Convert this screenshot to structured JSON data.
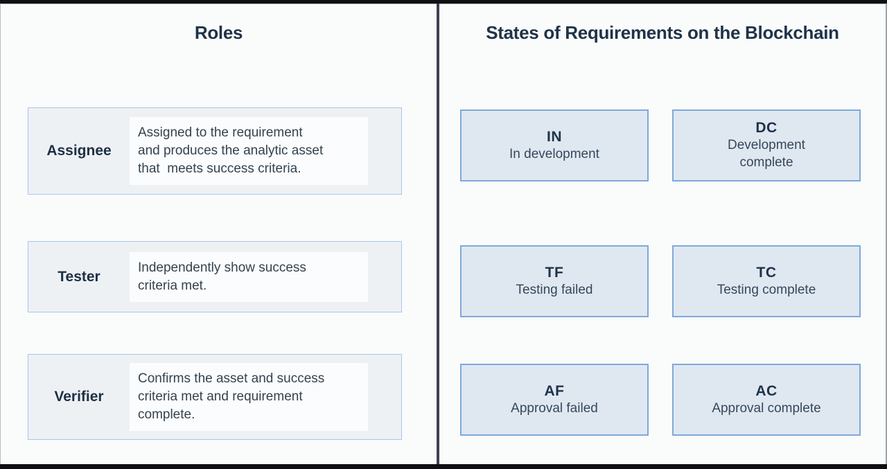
{
  "figure": {
    "left_panel": {
      "title": "Roles",
      "roles": [
        {
          "name": "Assignee",
          "description": "Assigned to the requirement\nand produces the analytic asset\nthat  meets success criteria."
        },
        {
          "name": "Tester",
          "description": "Independently show success\ncriteria met."
        },
        {
          "name": "Verifier",
          "description": "Confirms the asset and success\ncriteria met and requirement\ncomplete."
        }
      ]
    },
    "right_panel": {
      "title": "States of Requirements on the Blockchain",
      "states": [
        {
          "code": "IN",
          "label": "In development"
        },
        {
          "code": "DC",
          "label": "Development\ncomplete"
        },
        {
          "code": "TF",
          "label": "Testing failed"
        },
        {
          "code": "TC",
          "label": "Testing complete"
        },
        {
          "code": "AF",
          "label": "Approval failed"
        },
        {
          "code": "AC",
          "label": "Approval complete"
        }
      ]
    },
    "colors": {
      "panel_background": "#fafbfb",
      "frame_bar": "#101014",
      "divider": "#3d4250",
      "role_box_fill": "#eef1f4",
      "role_box_border": "#a7c7e8",
      "role_desc_fill": "#fbfcfd",
      "state_box_fill": "#dfe8f1",
      "state_box_border": "#7fa9d9",
      "heading_text": "#1f3348",
      "body_text": "#33434f"
    }
  }
}
